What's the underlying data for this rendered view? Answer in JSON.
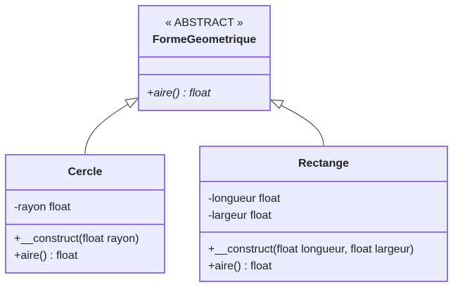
{
  "diagram": {
    "type": "uml-class-diagram",
    "colors": {
      "fill": "#ececff",
      "border": "#9370db",
      "edge": "#333333"
    },
    "classes": [
      {
        "id": "forme",
        "stereotype": "« ABSTRACT »",
        "name": "FormeGeometrique",
        "attributes": [],
        "methods": [
          {
            "text": "+aire() : float",
            "abstract": true
          }
        ]
      },
      {
        "id": "cercle",
        "name": "Cercle",
        "attributes": [
          "-rayon float"
        ],
        "methods": [
          {
            "text": "+__construct(float rayon)"
          },
          {
            "text": "+aire() : float"
          }
        ]
      },
      {
        "id": "rectange",
        "name": "Rectange",
        "attributes": [
          "-longueur float",
          "-largeur float"
        ],
        "methods": [
          {
            "text": "+__construct(float longueur, float largeur)"
          },
          {
            "text": "+aire() : float"
          }
        ]
      }
    ],
    "relations": [
      {
        "from": "cercle",
        "to": "forme",
        "type": "inheritance"
      },
      {
        "from": "rectange",
        "to": "forme",
        "type": "inheritance"
      }
    ]
  }
}
